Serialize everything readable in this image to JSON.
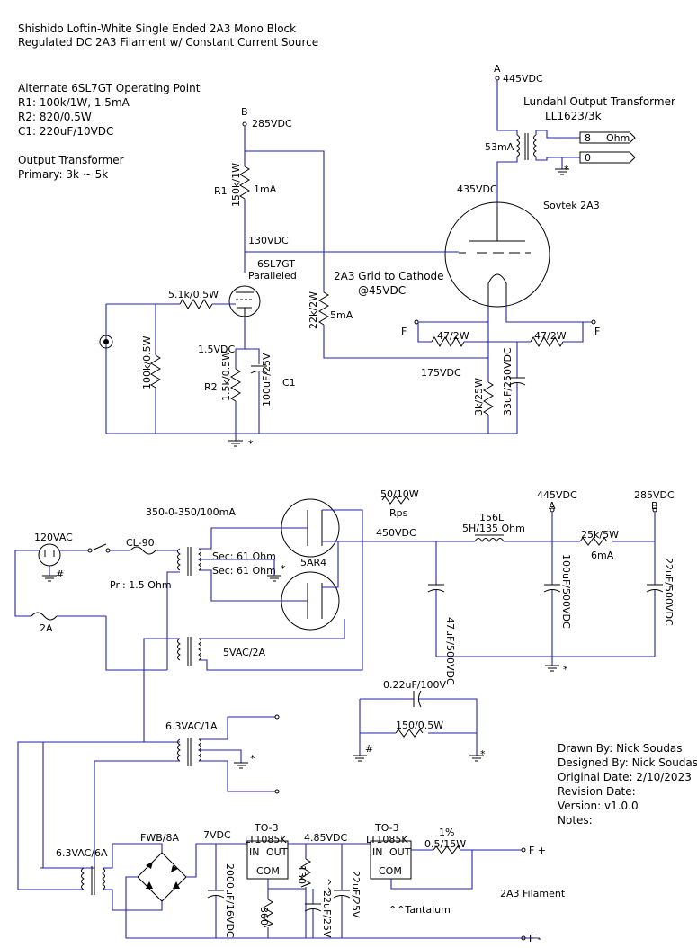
{
  "header": {
    "title1": "Shishido Loftin-White Single Ended 2A3 Mono Block",
    "title2": "Regulated DC 2A3 Filament w/ Constant Current Source"
  },
  "notes": {
    "alt_title": "Alternate 6SL7GT Operating Point",
    "alt_r1": "R1: 100k/1W, 1.5mA",
    "alt_r2": "R2: 820/0.5W",
    "alt_c1": "C1: 220uF/10VDC",
    "ot_title": "Output Transformer",
    "ot_primary": "Primary: 3k ~ 5k"
  },
  "amp": {
    "node_a": "A",
    "v445_top": "445VDC",
    "ot_name": "Lundahl Output Transformer",
    "ot_model": "LL1623/3k",
    "i53": "53mA",
    "out8": "8",
    "ohm": "Ohm",
    "out0": "0",
    "star": "*",
    "v435": "435VDC",
    "sovtek": "Sovtek 2A3",
    "node_b": "B",
    "v285_top": "285VDC",
    "r1": "R1",
    "r1_val": "150k/1W",
    "i1ma": "1mA",
    "v130": "130VDC",
    "tube1_name": "6SL7GT",
    "tube1_par": "Paralleled",
    "grid_r": "5.1k/0.5W",
    "grid_to_cathode": "2A3 Grid to Cathode",
    "at45": "@45VDC",
    "r22k": "22k/2W",
    "i5ma": "5mA",
    "f_left": "F",
    "f_right": "F",
    "r47a": "47/2W",
    "r47b": "47/2W",
    "r100k": "100k/0.5W",
    "v15": "1.5VDC",
    "r2": "R2",
    "r2_val": "1.5k/0.5W",
    "c1_val": "100uF/25V",
    "c1": "C1",
    "v175": "175VDC",
    "r3k": "3k/25W",
    "c33": "33uF/250VDC"
  },
  "psu": {
    "rps_val": "50/10W",
    "rps": "Rps",
    "v445": "445VDC",
    "v285": "285VDC",
    "node_a": "A",
    "node_b": "B",
    "pt_label": "350-0-350/100mA",
    "v120": "120VAC",
    "fuse_cl": "CL-90",
    "sec1": "Sec: 61 Ohm",
    "sec2": "Sec: 61 Ohm",
    "rect": "5AR4",
    "pri": "Pri: 1.5 Ohm",
    "fuse2a": "2A",
    "v5": "5VAC/2A",
    "choke": "156L",
    "choke_val": "5H/135 Ohm",
    "v450": "450VDC",
    "r25k": "25k/5W",
    "i6ma": "6mA",
    "c47": "47uF/500VDC",
    "c100": "100uF/500VDC",
    "c22": "22uF/500VDC",
    "c022": "0.22uF/100V",
    "r150": "150/0.5W",
    "hash": "#",
    "star": "*",
    "v63_1a": "6.3VAC/1A",
    "v63_6a": "6.3VAC/6A",
    "fwb": "FWB/8A",
    "v7": "7VDC",
    "to3a": "TO-3",
    "lt1": "LT1085K",
    "in1": "IN",
    "out1": "OUT",
    "com1": "COM",
    "v485": "4.85VDC",
    "to3b": "TO-3",
    "lt2": "LT1085K",
    "in2": "IN",
    "out2": "OUT",
    "com2": "COM",
    "pct1": "1%",
    "r05": "0.5/15W",
    "fplus": "F +",
    "fminus": "F -",
    "c2000": "2000uF/16VDC",
    "r130": "130",
    "r360": "360",
    "tant_mark": "^^",
    "c22t": "22uF/25V",
    "c22f": "22uF/25V",
    "filament": "2A3 Filament",
    "tantalum": "^^Tantalum"
  },
  "titleblock": {
    "drawn": "Drawn By: Nick Soudas",
    "designed": "Designed By: Nick Soudas",
    "date": "Original Date: 2/10/2023",
    "revision": "Revision Date:",
    "version": "Version: v1.0.0",
    "notes": "Notes:"
  }
}
